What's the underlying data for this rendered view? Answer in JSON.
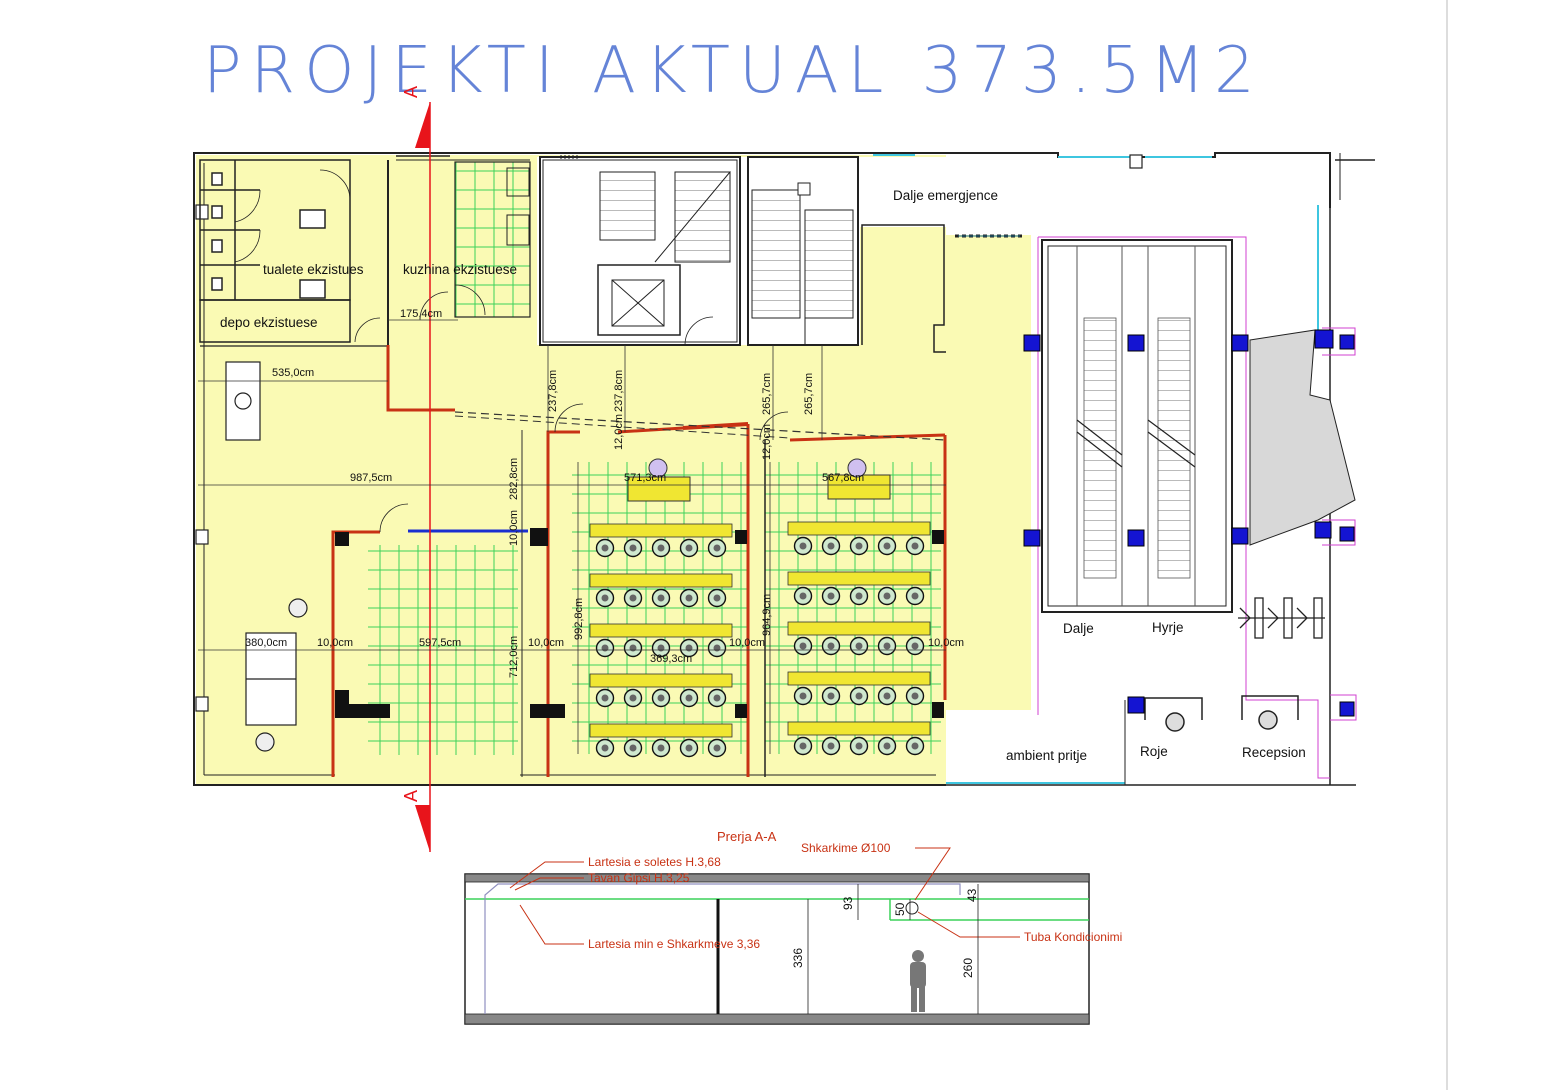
{
  "title": "PROJEKTI AKTUAL 373.5M2",
  "section_marker": "A",
  "rooms": {
    "toilets": "tualete ekzistues",
    "kitchen": "kuzhina ekzistuese",
    "storage": "depo ekzistuese",
    "emergency_exit": "Dalje emergjence",
    "exit": "Dalje",
    "entrance": "Hyrje",
    "waiting": "ambient pritje",
    "guard": "Roje",
    "reception": "Recepsion"
  },
  "dimensions": {
    "d_175": "175,4cm",
    "d_535": "535,0cm",
    "d_987": "987,5cm",
    "d_571": "571,3cm",
    "d_567": "567,8cm",
    "d_380": "380,0cm",
    "d_10a": "10,0cm",
    "d_597": "597,5cm",
    "d_10b": "10,0cm",
    "d_10c": "10,0cm",
    "d_10d": "10,0cm",
    "d_237a": "237,8cm",
    "d_237b": "237,8cm",
    "d_12a": "12,0cm",
    "d_265a": "265,7cm",
    "d_265b": "265,7cm",
    "d_12b": "12,0cm",
    "d_282": "282,8cm",
    "d_10v": "10,0cm",
    "d_712": "712,0cm",
    "d_992": "992,8cm",
    "d_964": "964,9cm",
    "d_369": "369,3cm"
  },
  "section": {
    "title": "Prerja A-A",
    "slab_height": "Lartesia e soletes H.3,68",
    "gypsum_ceiling": "Tavan Gipsi H.3,25",
    "min_height": "Lartesia min e Shkarkmeve 3,36",
    "exhaust": "Shkarkime Ø100",
    "ac_pipe": "Tuba Kondicionimi",
    "dim_93": "93",
    "dim_50": "50",
    "dim_43": "43",
    "dim_336": "336",
    "dim_260": "260"
  },
  "colors": {
    "floor": "#fafab4",
    "title": "#4a6fd0",
    "section_red": "#e8141b",
    "new_wall": "#c83214",
    "column": "#1414d2",
    "grid": "#3cd25a",
    "desk": "#f0e632"
  }
}
